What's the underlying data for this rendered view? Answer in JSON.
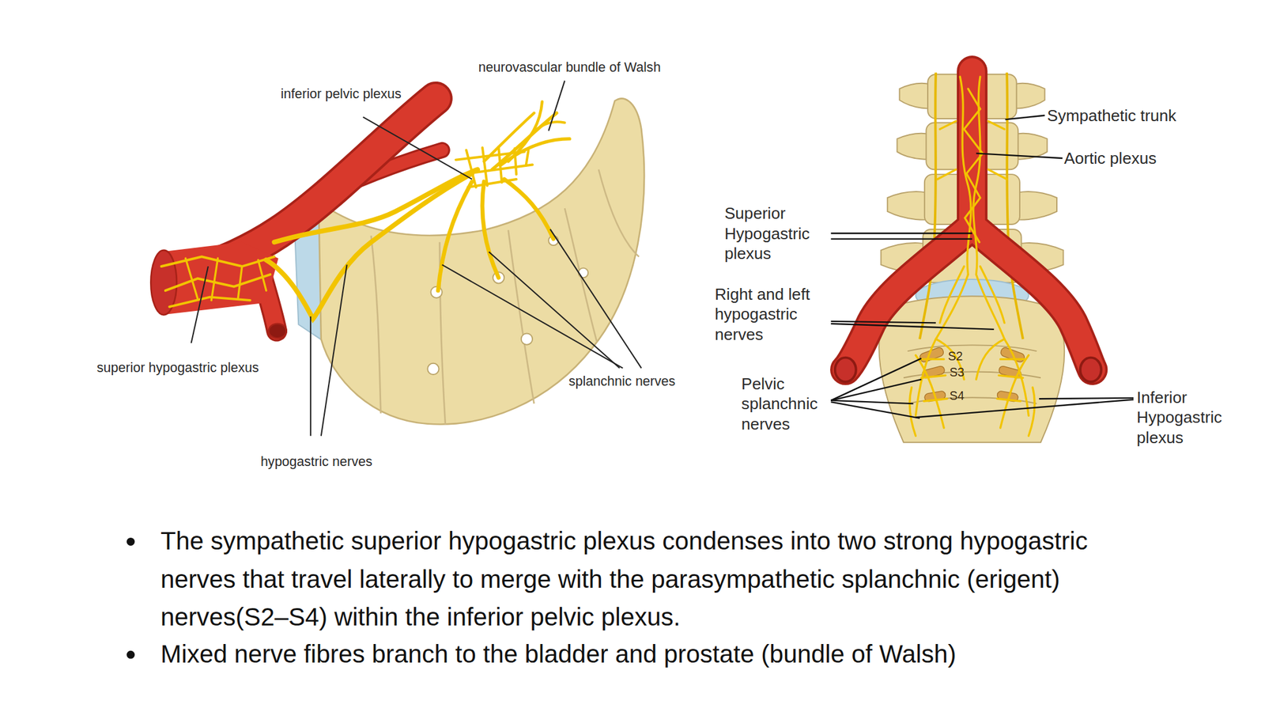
{
  "diagram": {
    "labels": [
      "neurovascular bundle of Walsh",
      "inferior pelvic plexus",
      "superior hypogastric plexus",
      "splanchnic nerves",
      "hypogastric nerves",
      "Sympathetic trunk",
      "Aortic plexus",
      "Superior Hypogastric plexus",
      "Right and left hypogastric nerves",
      "Pelvic splanchnic nerves",
      "Inferior Hypogastric plexus",
      "S2",
      "S3",
      "S4",
      "The sympathetic superior hypogastric plexus condenses into two strong hypogastric nerves that travel laterally to merge with the parasympathetic splanchnic (erigent) nerves(S2–S4) within the inferior pelvic plexus.",
      "Mixed nerve fibres branch to the bladder and prostate (bundle of Walsh)"
    ]
  }
}
